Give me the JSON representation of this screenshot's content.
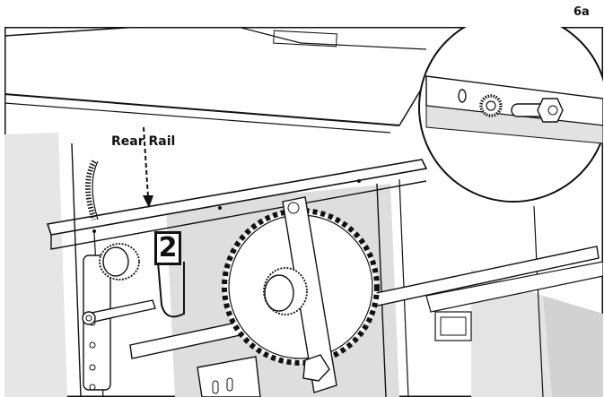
{
  "figure": {
    "label": "6a",
    "callout_label": "Rear Rail",
    "step_number": "2"
  },
  "colors": {
    "line": "#111111",
    "shade_light": "#eeeeee",
    "shade_mid": "#d6d6d6",
    "shade_dark": "#c4c4c4"
  },
  "icons": [
    "dashed-arrow-icon",
    "gear-icon",
    "knob-icon",
    "washer-icon",
    "bolt-icon",
    "magnifier-circle-icon"
  ]
}
